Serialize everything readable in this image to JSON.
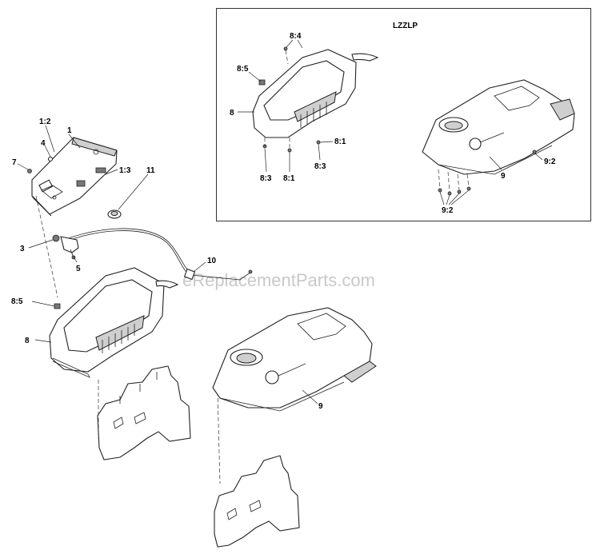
{
  "inset": {
    "title": "LZZLP"
  },
  "watermark": "eReplacementParts.com",
  "labels": {
    "l1_2": "1:2",
    "l1": "1",
    "l4": "4",
    "l7": "7",
    "l1_3": "1:3",
    "l11": "11",
    "l3": "3",
    "l5": "5",
    "l10": "10",
    "l8_5": "8:5",
    "l8": "8",
    "l9": "9",
    "i8_4": "8:4",
    "i8_5": "8:5",
    "i8": "8",
    "i8_1a": "8:1",
    "i8_3a": "8:3",
    "i8_1b": "8:1",
    "i8_3b": "8:3",
    "i9": "9",
    "i9_2a": "9:2",
    "i9_2b": "9:2"
  }
}
